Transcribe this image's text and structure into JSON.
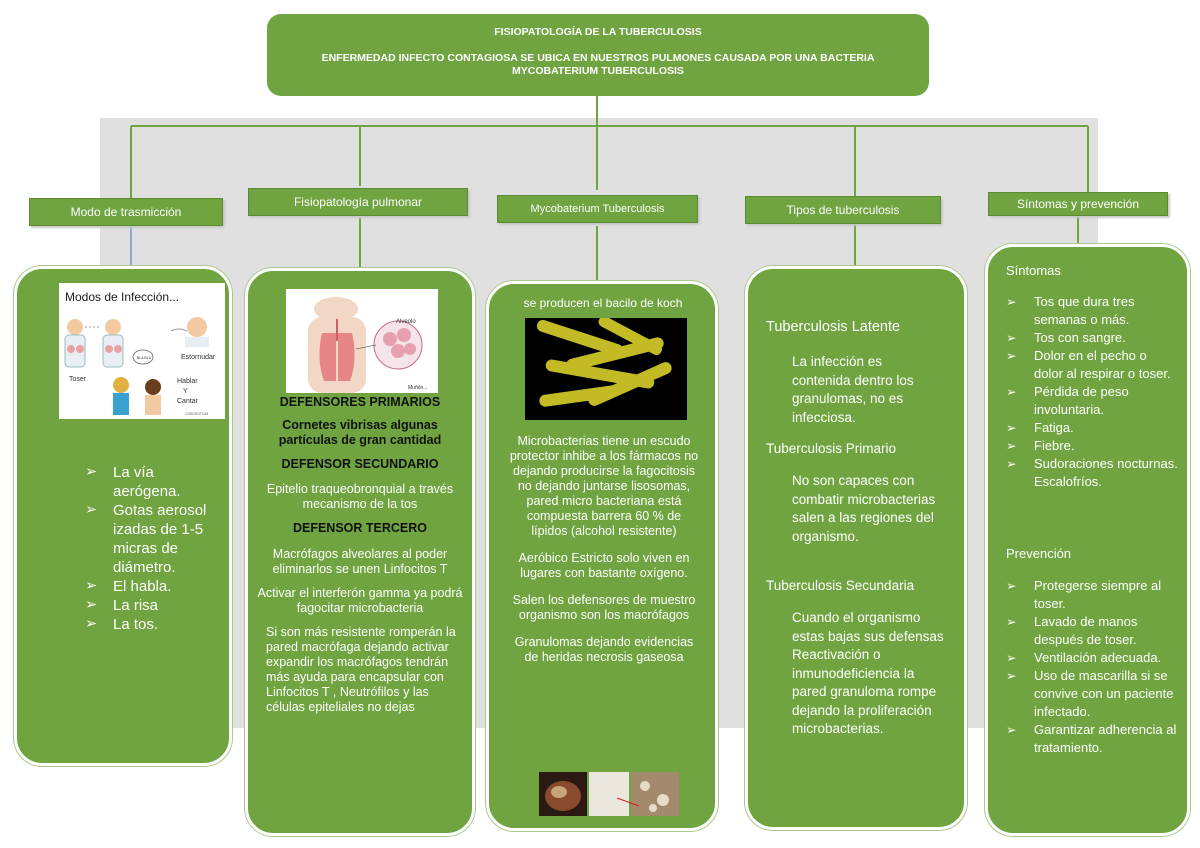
{
  "title": {
    "line1": "FISIOPATOLOGÍA DE LA TUBERCULOSIS",
    "line2": "ENFERMEDAD INFECTO CONTAGIOSA SE UBICA EN NUESTROS PULMONES CAUSADA POR UNA BACTERIA MYCOBATERIUM TUBERCULOSIS"
  },
  "headers": [
    "Modo de trasmicción",
    "Fisiopatología pulmonar",
    "Mycobaterium Tuberculosis",
    "Tipos de tuberculosis",
    "Síntomas y prevención"
  ],
  "col1": {
    "image": {
      "title": "Modos de Infección...",
      "labels": [
        "Toser",
        "Estornudar",
        "Hablar",
        "Y",
        "Cantar"
      ],
      "bubble": "BLA BLA",
      "credit": "CARDENTIUM"
    },
    "items": [
      "La vía aerógena.",
      "Gotas aerosol izadas de 1-5 micras de diámetro.",
      "El habla.",
      "La risa",
      "La tos."
    ]
  },
  "col2": {
    "image": {
      "label_alveolo": "Alveolo",
      "label_caption": "Muñón..."
    },
    "heading1": "DEFENSORES  PRIMARIOS",
    "p1": "Cornetes vibrisas algunas partículas de gran cantidad",
    "heading2": "DEFENSOR SECUNDARIO",
    "p2": "Epitelio traqueobronquial a través mecanismo de la tos",
    "heading3": "DEFENSOR TERCERO",
    "p3": "Macrófagos alveolares al poder eliminarlos se unen Linfocitos    T",
    "p4": "Activar el interferón gamma ya podrá fagocitar microbacteria",
    "p5": "Si son más resistente romperán la pared macrófaga dejando activar expandir los macrófagos tendrán más ayuda para encapsular con Linfocitos T , Neutrófilos y las células epiteliales no dejas"
  },
  "col3": {
    "intro": "se producen el bacilo de koch",
    "p1": "Microbacterias tiene un escudo protector inhibe a los fármacos no dejando producirse la fagocitosis no dejando juntarse lisosomas, pared micro bacteriana está compuesta barrera 60 % de lípidos (alcohol resistente)",
    "p2": "Aeróbico Estricto solo viven en lugares con bastante oxígeno.",
    "p3": "Salen los defensores de muestro organismo son los macrófagos",
    "p4": "Granulomas dejando evidencias de heridas necrosis gaseosa"
  },
  "col4": {
    "h1": "Tuberculosis Latente",
    "p1": "La infección es contenida dentro los granulomas, no es infecciosa.",
    "h2": "Tuberculosis Primario",
    "p2": "No son capaces con combatir microbacterias salen a las regiones del organismo.",
    "h3": "Tuberculosis Secundaria",
    "p3": "Cuando el organismo estas bajas sus defensas Reactivación o inmunodeficiencia   la pared granuloma rompe dejando la proliferación microbacterias."
  },
  "col5": {
    "sintomas_title": "Síntomas",
    "sintomas": [
      "Tos que dura tres semanas o más.",
      "Tos con sangre.",
      "Dolor en el pecho o dolor al respirar o toser.",
      "Pérdida de peso involuntaria.",
      "Fatiga.",
      "Fiebre.",
      "Sudoraciones nocturnas. Escalofríos."
    ],
    "prevencion_title": "Prevención",
    "prevencion": [
      "Protegerse siempre al toser.",
      "Lavado de manos después de toser.",
      "Ventilación adecuada.",
      "Uso de mascarilla si se convive con un paciente infectado.",
      "Garantizar adherencia al tratamiento."
    ]
  },
  "colors": {
    "green": "#70a440",
    "green_dark": "#5c8a31",
    "gray": "#e0e0e0"
  }
}
